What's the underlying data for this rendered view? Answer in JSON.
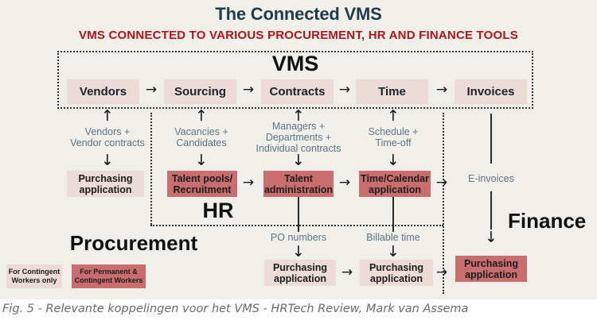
{
  "title": "The Connected VMS",
  "subtitle": "VMS CONNECTED TO VARIOUS PROCUREMENT, HR AND FINANCE TOOLS",
  "caption": "Fig. 5 - Relevante koppelingen voor het VMS - HRTech Review, Mark van Assema",
  "colors": {
    "background": "#f1efe9",
    "light_box": "#ecdbd6",
    "dark_box": "#ca6d6f",
    "title_text": "#1d3c4c",
    "subtitle_text": "#b5121a",
    "feed_label_text": "#5d7484",
    "dark_text": "#17242c",
    "caption_text": "#6a6a6a"
  },
  "icons": {
    "arrow_up": "↑",
    "arrow_down": "↓",
    "arrow_right": "→"
  },
  "vms": {
    "label": "VMS",
    "stages": [
      "Vendors",
      "Sourcing",
      "Contracts",
      "Time",
      "Invoices"
    ]
  },
  "regions": {
    "hr": "HR",
    "procurement": "Procurement",
    "finance": "Finance"
  },
  "columns": [
    {
      "feed_lines": [
        "Vendors +",
        "Vendor contracts"
      ],
      "app_lines": [
        "Purchasing",
        "application"
      ],
      "style": "light"
    },
    {
      "feed_lines": [
        "Vacancies +",
        "Candidates"
      ],
      "app_lines": [
        "Talent pools/",
        "Recruitment"
      ],
      "style": "dark"
    },
    {
      "feed_lines": [
        "Managers +",
        "Departments +",
        "Individual contracts"
      ],
      "app_lines": [
        "Talent",
        "administration"
      ],
      "style": "dark"
    },
    {
      "feed_lines": [
        "Schedule +",
        "Time-off"
      ],
      "app_lines": [
        "Time/Calendar",
        "application"
      ],
      "style": "dark"
    },
    {
      "feed_label": "E-invoices",
      "app_lines": [
        "Purchasing",
        "application"
      ],
      "style": "dark"
    }
  ],
  "bottom": [
    {
      "feed_label": "PO numbers",
      "app_lines": [
        "Purchasing",
        "application"
      ],
      "style": "light"
    },
    {
      "feed_label": "Billable time",
      "app_lines": [
        "Purchasing",
        "application"
      ],
      "style": "light"
    }
  ],
  "legend": [
    {
      "lines": [
        "For Contingent",
        "Workers only"
      ],
      "style": "light"
    },
    {
      "lines": [
        "For Permanent &",
        "Contingent Workers"
      ],
      "style": "dark"
    }
  ]
}
